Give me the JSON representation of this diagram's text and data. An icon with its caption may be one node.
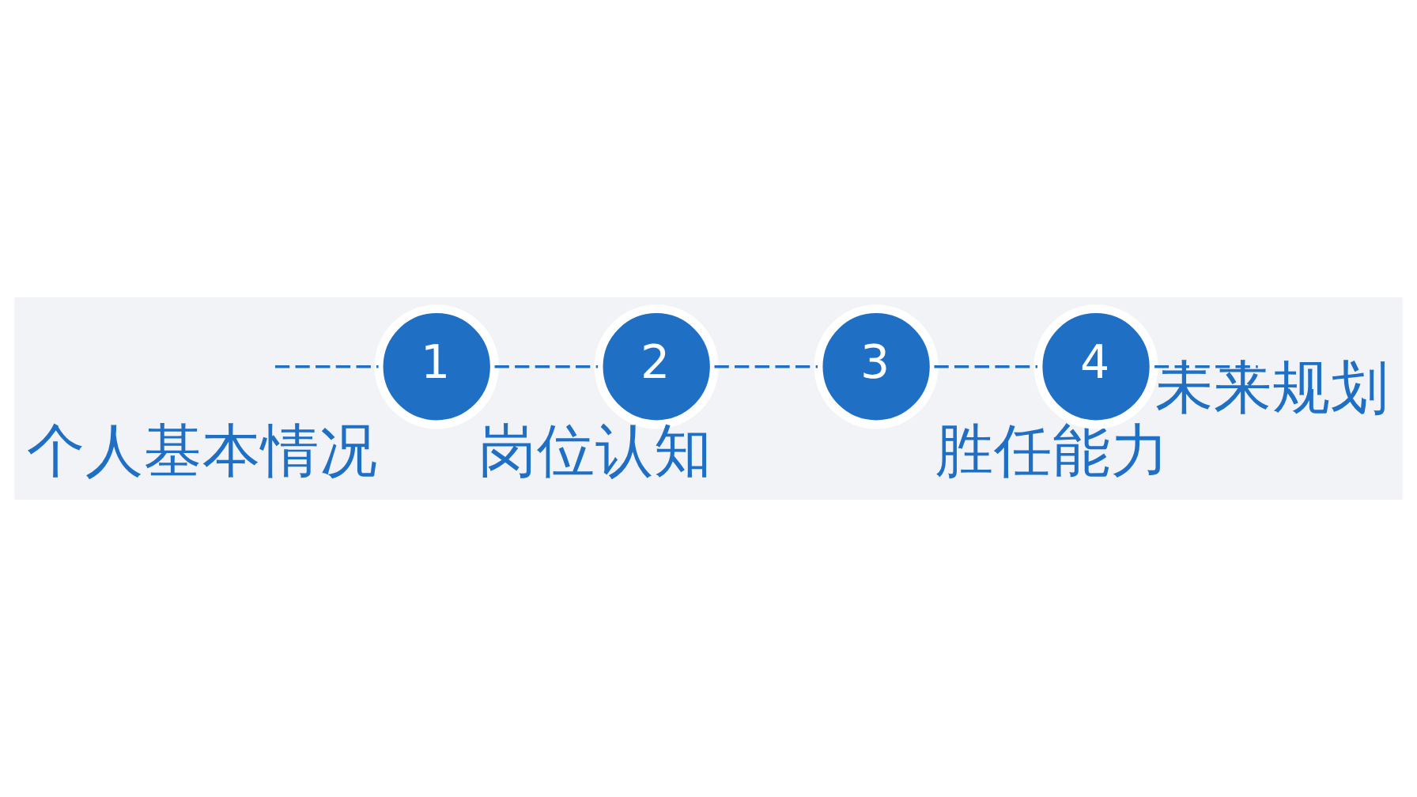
{
  "diagram": {
    "nodes": [
      {
        "text": [
          "1"
        ],
        "beside": [
          "个人基本情况"
        ]
      },
      {
        "text": [
          "2"
        ],
        "beside": [
          "岗位认知"
        ]
      },
      {
        "text": [
          "3"
        ],
        "beside": [
          "胜任能力"
        ]
      },
      {
        "text": [
          "4"
        ],
        "beside": [
          "未来规划"
        ]
      }
    ],
    "edges": [
      {
        "from": null,
        "to": 0,
        "arrow": "none",
        "style": "dashed"
      },
      {
        "from": 0,
        "to": 1,
        "arrow": "none",
        "style": "dashed"
      },
      {
        "from": 1,
        "to": 2,
        "arrow": "none",
        "style": "dashed"
      },
      {
        "from": 2,
        "to": 3,
        "arrow": "none",
        "style": "dashed"
      },
      {
        "from": 3,
        "to": null,
        "arrow": "none",
        "style": "dashed"
      }
    ]
  }
}
